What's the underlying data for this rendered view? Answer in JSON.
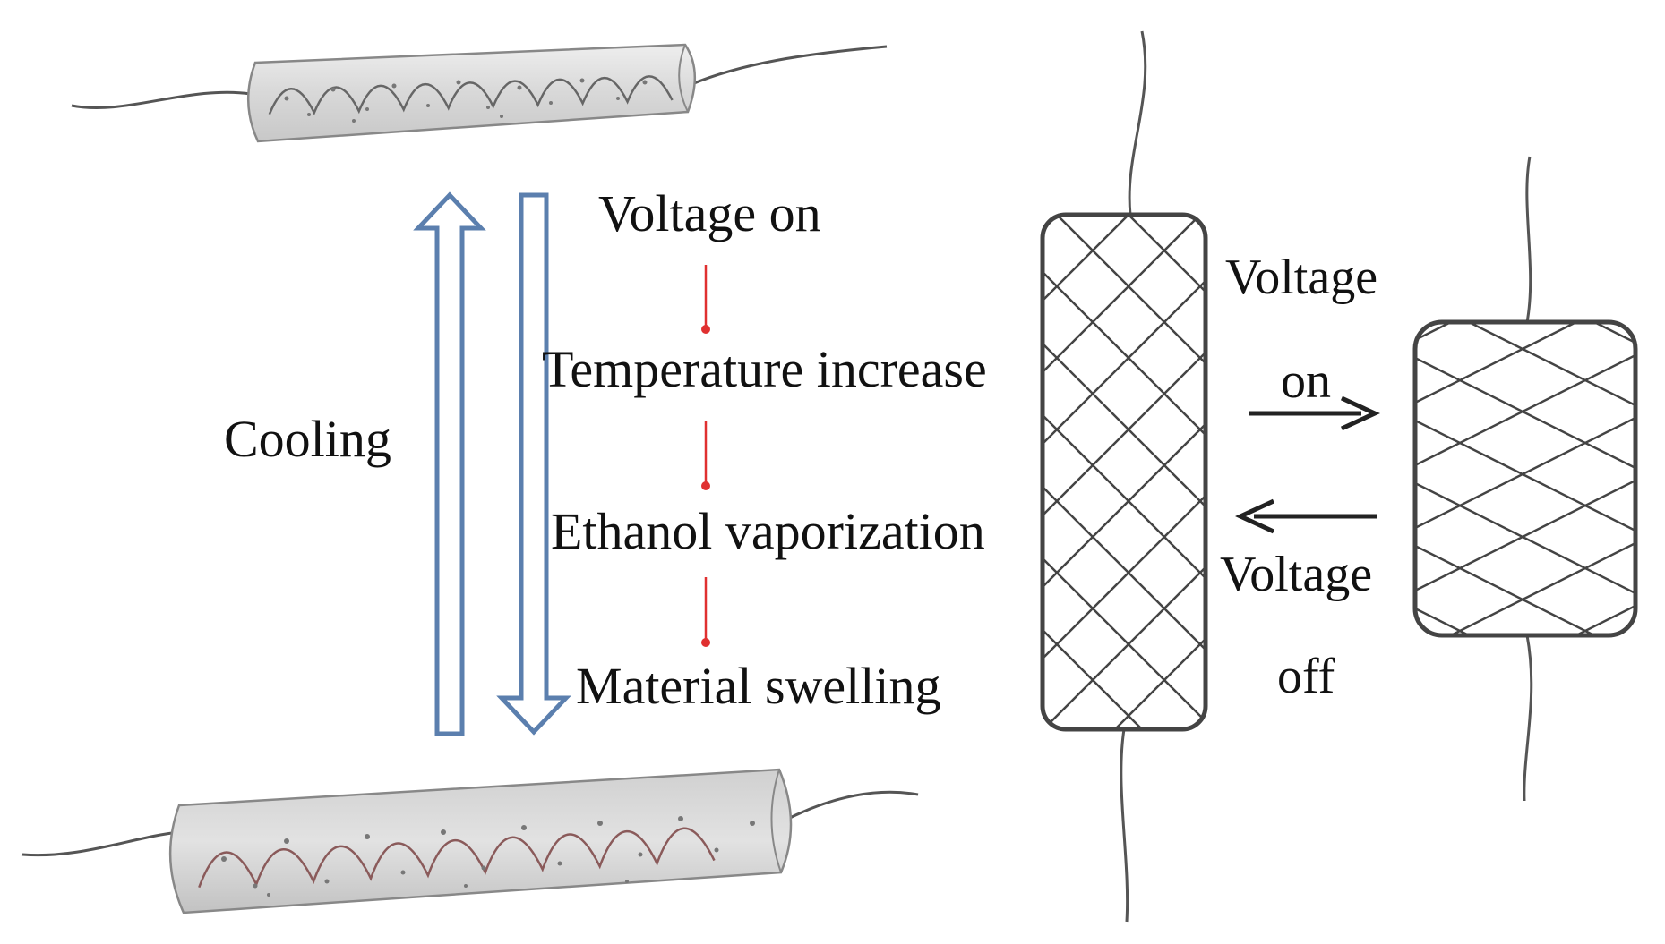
{
  "steps": {
    "voltage_on": "Voltage on",
    "temperature_increase": "Temperature increase",
    "ethanol_vaporization": "Ethanol vaporization",
    "material_swelling": "Material swelling"
  },
  "cooling_label": "Cooling",
  "actuator_labels": {
    "voltage_on_top": "Voltage",
    "voltage_on_bottom": "on",
    "voltage_off_top": "Voltage",
    "voltage_off_bottom": "off"
  },
  "colors": {
    "hollow_arrow_stroke": "#5b7fae",
    "step_arrow": "#e03030",
    "ink": "#333333",
    "tube_fill": "#d6d6d6"
  }
}
